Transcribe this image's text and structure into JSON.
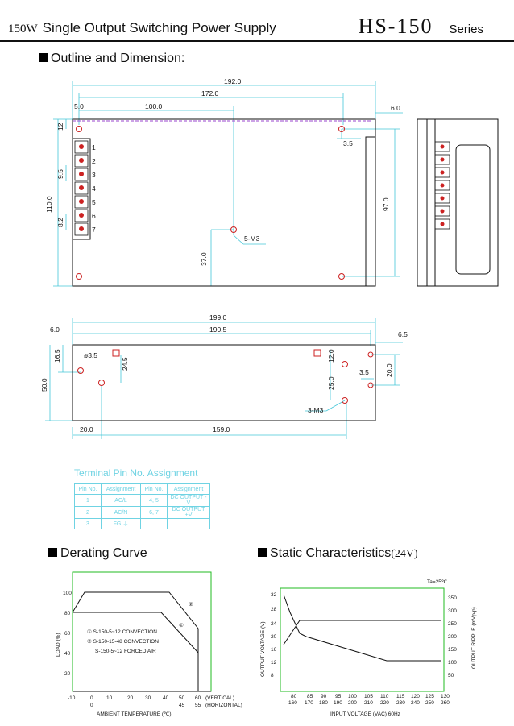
{
  "header": {
    "wattage": "150W",
    "title": "Single Output Switching Power Supply",
    "model": "HS-150",
    "series": "Series"
  },
  "outline": {
    "title": "Outline and Dimension:",
    "top_view": {
      "dims": [
        "192.0",
        "172.0",
        "100.0",
        "5.0",
        "6.0",
        "12",
        "3.5",
        "9.5",
        "110.0",
        "8.2",
        "97.0",
        "37.0",
        "5-M3"
      ],
      "terminal_numbers": [
        "1",
        "2",
        "3",
        "4",
        "5",
        "6",
        "7"
      ]
    },
    "side_view": {
      "dims": [
        "199.0",
        "190.5",
        "6.0",
        "6.5",
        "16.5",
        "ø3.5",
        "24.5",
        "12.0",
        "50.0",
        "25.0",
        "3.5",
        "20.0",
        "3-M3",
        "20.0",
        "159.0"
      ]
    }
  },
  "terminal": {
    "title": "Terminal Pin No. Assignment",
    "headers": [
      "Pin No.",
      "Assignment",
      "Pin No.",
      "Assignment"
    ],
    "rows": [
      [
        "1",
        "AC/L",
        "4, 5",
        "DC OUTPUT -V"
      ],
      [
        "2",
        "AC/N",
        "6, 7",
        "DC OUTPUT +V"
      ],
      [
        "3",
        "FG ⏚",
        "",
        ""
      ]
    ]
  },
  "derating": {
    "title": "Derating Curve",
    "ylabel": "LOAD (%)",
    "xlabel": "AMBIENT TEMPERATURE (℃)",
    "y_ticks": [
      "100",
      "80",
      "60",
      "40",
      "20"
    ],
    "x_ticks": [
      "-10",
      "0",
      "10",
      "20",
      "30",
      "40",
      "50",
      "60"
    ],
    "x_ticks_hz": [
      "0",
      "45",
      "55"
    ],
    "x_note_v": "(VERTICAL)",
    "x_note_h": "(HORIZONTAL)",
    "legend": [
      "① S-150-5~12 CONVECTION",
      "② S-150-15-48 CONVECTION",
      "S-150-5~12 FORCED AIR"
    ],
    "curve_labels": [
      "②",
      "①"
    ]
  },
  "static": {
    "title": "Static Characteristics",
    "title_suffix": "(24V)",
    "ta": "Ta=25℃",
    "ylabel_left": "OUTPUT VOLTAGE (V)",
    "ylabel_right": "OUTPUT RIPPLE (mVp-p)",
    "xlabel": "INPUT VOLTAGE (VAC) 60Hz",
    "y_left": [
      "32",
      "28",
      "24",
      "20",
      "16",
      "12",
      "8"
    ],
    "y_right": [
      "350",
      "300",
      "250",
      "200",
      "150",
      "100",
      "50"
    ],
    "x_top": [
      "80",
      "85",
      "90",
      "95",
      "100",
      "105",
      "110",
      "115",
      "120",
      "125",
      "130"
    ],
    "x_bottom": [
      "160",
      "170",
      "180",
      "190",
      "200",
      "210",
      "220",
      "230",
      "240",
      "250",
      "260"
    ]
  },
  "colors": {
    "dim": "#45c6d8",
    "chart": "#22bb22",
    "hole": "#cc2222",
    "text": "#111111"
  }
}
